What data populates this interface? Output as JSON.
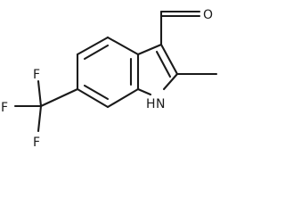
{
  "molecule": {
    "atoms": {
      "oxygen": "O",
      "nitrogen_hydrogen": "H",
      "nitrogen": "N",
      "fluorine_top": "F",
      "fluorine_left": "F",
      "fluorine_bottom": "F"
    }
  }
}
